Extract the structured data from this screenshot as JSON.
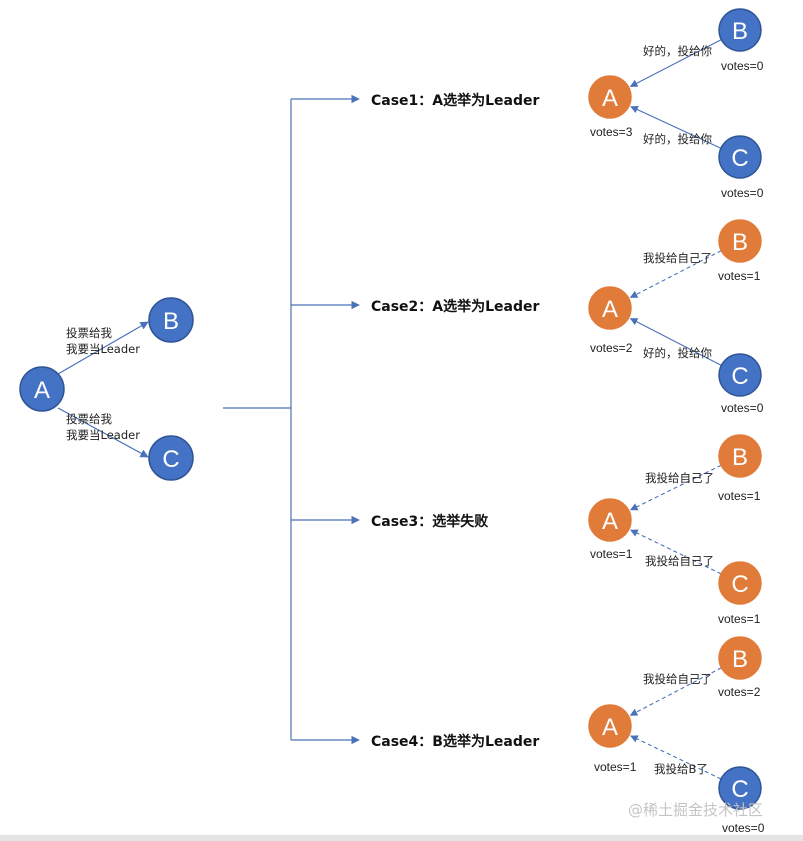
{
  "colors": {
    "blue": "#4472c4",
    "orange": "#e07b39",
    "line": "#4a72b8",
    "text": "#222222"
  },
  "initial": {
    "nodes": {
      "A": "A",
      "B": "B",
      "C": "C"
    },
    "edge_labels": {
      "to_B": [
        "投票给我",
        "我要当Leader"
      ],
      "to_C": [
        "投票给我",
        "我要当Leader"
      ]
    }
  },
  "cases": [
    {
      "label": "Case1：A选举为Leader",
      "A": {
        "letter": "A",
        "color": "orange",
        "votes": "votes=3"
      },
      "B": {
        "letter": "B",
        "color": "blue",
        "votes": "votes=0"
      },
      "C": {
        "letter": "C",
        "color": "blue",
        "votes": "votes=0"
      },
      "edge_B": {
        "label": "好的，投给你",
        "style": "solid"
      },
      "edge_C": {
        "label": "好的，投给你",
        "style": "solid"
      }
    },
    {
      "label": "Case2：A选举为Leader",
      "A": {
        "letter": "A",
        "color": "orange",
        "votes": "votes=2"
      },
      "B": {
        "letter": "B",
        "color": "orange",
        "votes": "votes=1"
      },
      "C": {
        "letter": "C",
        "color": "blue",
        "votes": "votes=0"
      },
      "edge_B": {
        "label": "我投给自己了",
        "style": "dashed"
      },
      "edge_C": {
        "label": "好的，投给你",
        "style": "solid"
      }
    },
    {
      "label": "Case3：选举失败",
      "A": {
        "letter": "A",
        "color": "orange",
        "votes": "votes=1"
      },
      "B": {
        "letter": "B",
        "color": "orange",
        "votes": "votes=1"
      },
      "C": {
        "letter": "C",
        "color": "orange",
        "votes": "votes=1"
      },
      "edge_B": {
        "label": "我投给自己了",
        "style": "dashed"
      },
      "edge_C": {
        "label": "我投给自己了",
        "style": "dashed"
      }
    },
    {
      "label": "Case4：B选举为Leader",
      "A": {
        "letter": "A",
        "color": "orange",
        "votes": "votes=1"
      },
      "B": {
        "letter": "B",
        "color": "orange",
        "votes": "votes=2"
      },
      "C": {
        "letter": "C",
        "color": "blue",
        "votes": "votes=0"
      },
      "edge_B": {
        "label": "我投给自己了",
        "style": "dashed"
      },
      "edge_C": {
        "label": "我投给B了",
        "style": "dashed"
      }
    }
  ],
  "watermark": "@稀土掘金技术社区"
}
